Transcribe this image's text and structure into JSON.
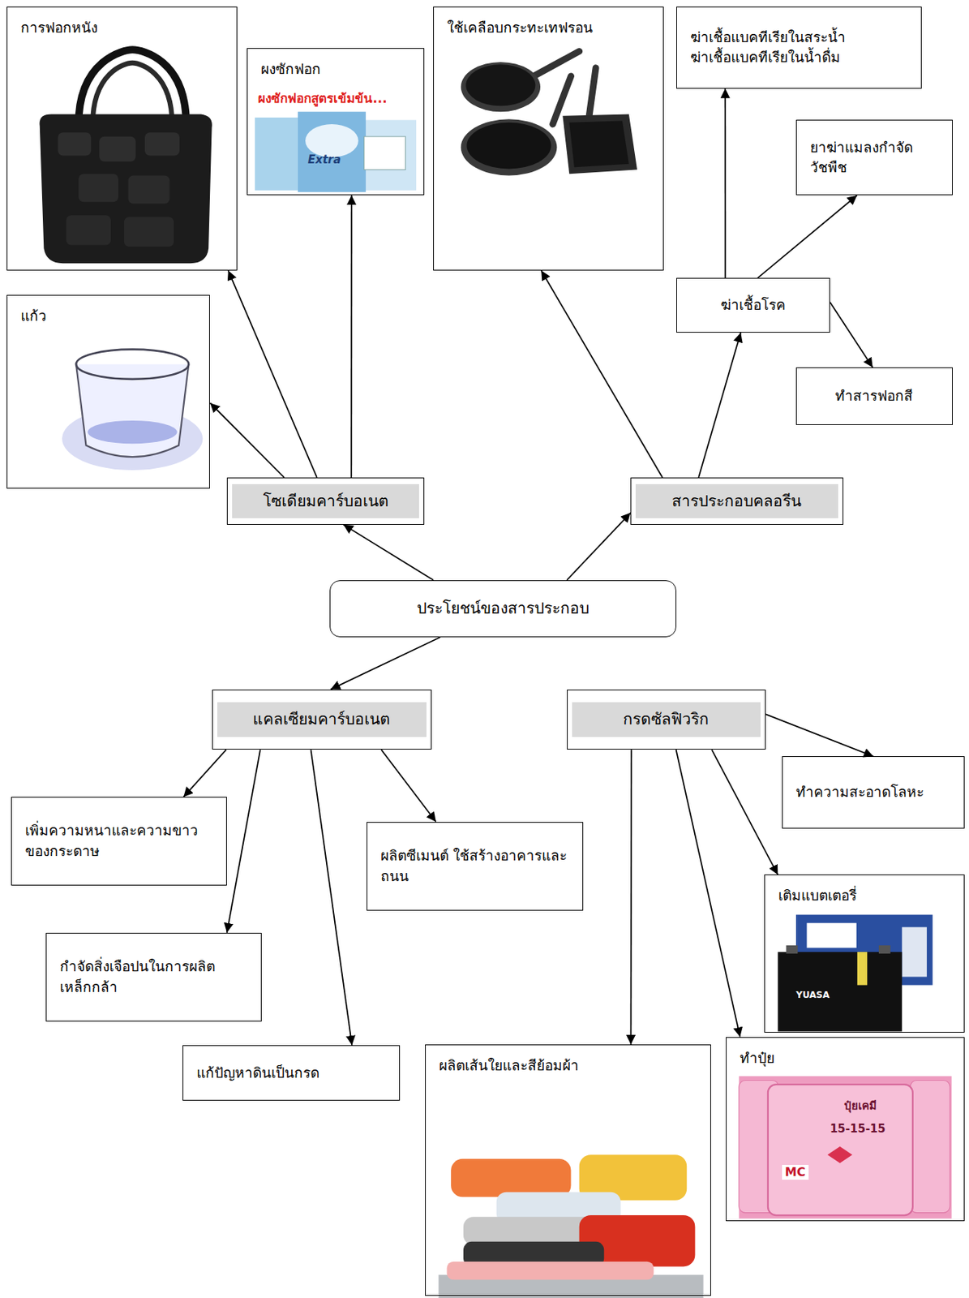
{
  "diagram": {
    "nodes": [
      {
        "text": [
          "การฟอกหนัง"
        ]
      },
      {
        "text": [
          "ผงซักฟอก"
        ]
      },
      {
        "text": [
          "ใช้เคลือบกระทะเทฟรอน"
        ]
      },
      {
        "text": [
          "ฆ่าเชื้อแบคทีเรียในสระน้ำ",
          "ฆ่าเชื้อแบคทีเรียในน้ำดื่ม"
        ]
      },
      {
        "text": [
          "ยาฆ่าแมลงกำจัดวัชพืช"
        ]
      },
      {
        "text": [
          "ฆ่าเชื้อโรค"
        ]
      },
      {
        "text": [
          "แก้ว"
        ]
      },
      {
        "text": [
          "ทำสารฟอกสี"
        ]
      },
      {
        "text": [
          "โซเดียมคาร์บอเนต"
        ]
      },
      {
        "text": [
          "สารประกอบคลอรีน"
        ]
      },
      {
        "text": [
          "ประโยชน์ของสารประกอบ"
        ]
      },
      {
        "text": [
          "แคลเซียมคาร์บอเนต"
        ]
      },
      {
        "text": [
          "กรดซัลฟิวริก"
        ]
      },
      {
        "text": [
          "ทำความสะอาดโลหะ"
        ]
      },
      {
        "text": [
          "เพิ่มความหนาและความขาวของกระดาษ"
        ]
      },
      {
        "text": [
          "ผลิตซีเมนต์ ใช้สร้างอาคารและถนน"
        ]
      },
      {
        "text": [
          "เติมแบตเตอรี่"
        ]
      },
      {
        "text": [
          "กำจัดสิ่งเจือปนในการผลิตเหล็กกล้า"
        ]
      },
      {
        "text": [
          "ทำปุ๋ย"
        ]
      },
      {
        "text": [
          "ผลิตเส้นใยและสีย้อมผ้า"
        ]
      },
      {
        "text": [
          "แก้ปัญหาดินเป็นกรด"
        ]
      }
    ],
    "edges": [
      {
        "from": 10,
        "to": 8,
        "arrow": "to"
      },
      {
        "from": 10,
        "to": 9,
        "arrow": "to"
      },
      {
        "from": 10,
        "to": 11,
        "arrow": "to"
      },
      {
        "from": 8,
        "to": 6,
        "arrow": "to"
      },
      {
        "from": 8,
        "to": 0,
        "arrow": "to"
      },
      {
        "from": 8,
        "to": 1,
        "arrow": "to"
      },
      {
        "from": 9,
        "to": 2,
        "arrow": "to"
      },
      {
        "from": 9,
        "to": 5,
        "arrow": "to"
      },
      {
        "from": 5,
        "to": 3,
        "arrow": "to"
      },
      {
        "from": 5,
        "to": 4,
        "arrow": "to"
      },
      {
        "from": 5,
        "to": 7,
        "arrow": "to"
      },
      {
        "from": 11,
        "to": 14,
        "arrow": "to"
      },
      {
        "from": 11,
        "to": 17,
        "arrow": "to"
      },
      {
        "from": 11,
        "to": 20,
        "arrow": "to"
      },
      {
        "from": 11,
        "to": 15,
        "arrow": "to"
      },
      {
        "from": 12,
        "to": 13,
        "arrow": "to"
      },
      {
        "from": 12,
        "to": 16,
        "arrow": "to"
      },
      {
        "from": 12,
        "to": 18,
        "arrow": "to"
      },
      {
        "from": 12,
        "to": 19,
        "arrow": "to"
      }
    ],
    "labels": [
      "ผงซักฟอกสูตรเข้มข้น...",
      "Extra",
      "YUASA",
      "ปุ๋ยเคมี",
      "15-15-15",
      "MC"
    ]
  }
}
